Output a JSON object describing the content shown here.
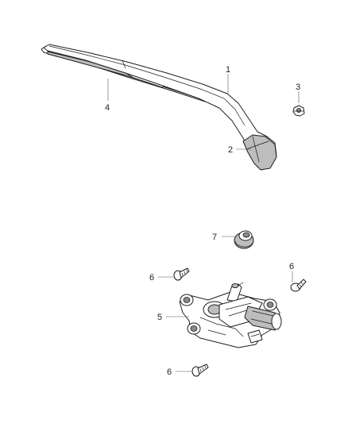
{
  "callouts": {
    "c1": "1",
    "c2": "2",
    "c3": "3",
    "c4": "4",
    "c5": "5",
    "c6a": "6",
    "c6b": "6",
    "c6c": "6",
    "c7": "7"
  }
}
